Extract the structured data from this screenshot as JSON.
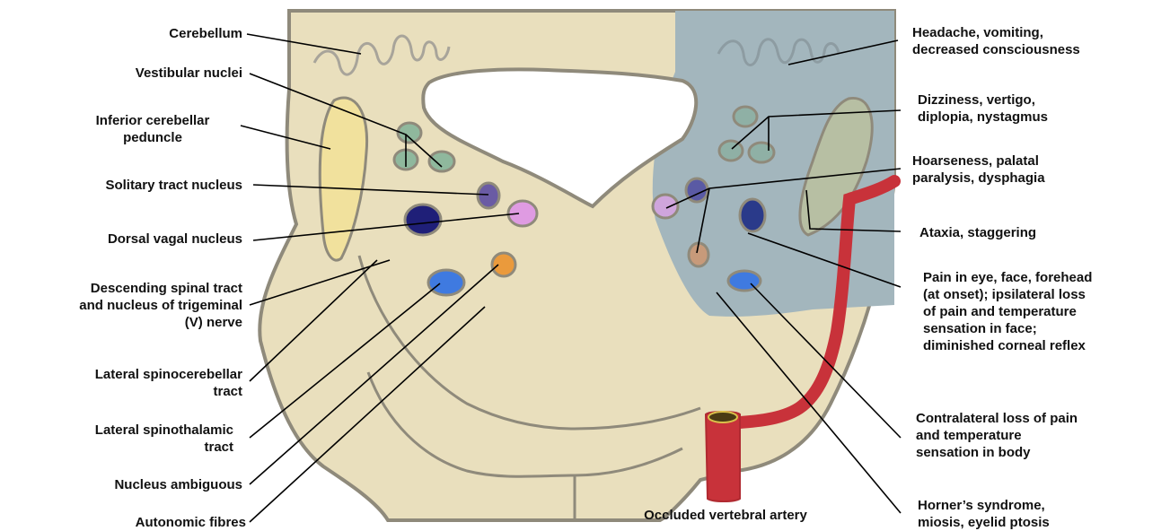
{
  "colors": {
    "tissue": "#e9dfbd",
    "outline": "#8f8a7b",
    "lesion": "#a3b6bd",
    "peduncle": "#f1e19d",
    "vestibular": "#8fb89d",
    "solitary": "#6a5ba4",
    "vagal": "#1f1f78",
    "ambiguus": "#ea9a3c",
    "spinothalamic": "#3f7ae0",
    "pink_nucleus": "#df9be2",
    "lesion_ambiguus": "#c79a7a",
    "artery": "#c8323a",
    "leader": "#000000"
  },
  "left_labels": [
    {
      "id": "cerebellum",
      "text": "Cerebellum"
    },
    {
      "id": "vestibular-nuclei",
      "text": "Vestibular nuclei"
    },
    {
      "id": "inferior-cerebellar-peduncle",
      "text": "Inferior cerebellar\npeduncle"
    },
    {
      "id": "solitary-tract-nucleus",
      "text": "Solitary tract nucleus"
    },
    {
      "id": "dorsal-vagal-nucleus",
      "text": "Dorsal vagal nucleus"
    },
    {
      "id": "descending-spinal-tract",
      "text": "Descending spinal tract\nand nucleus of trigeminal\n(V) nerve"
    },
    {
      "id": "lateral-spinocerebellar-tract",
      "text": "Lateral spinocerebellar\ntract"
    },
    {
      "id": "lateral-spinothalamic-tract",
      "text": "Lateral spinothalamic\ntract"
    },
    {
      "id": "nucleus-ambiguous",
      "text": "Nucleus ambiguous"
    },
    {
      "id": "autonomic-fibres",
      "text": "Autonomic fibres"
    }
  ],
  "right_labels": [
    {
      "id": "headache",
      "text": "Headache, vomiting,\ndecreased consciousness"
    },
    {
      "id": "dizziness",
      "text": "Dizziness, vertigo,\ndiplopia, nystagmus"
    },
    {
      "id": "hoarseness",
      "text": "Hoarseness, palatal\nparalysis, dysphagia"
    },
    {
      "id": "ataxia",
      "text": "Ataxia, staggering"
    },
    {
      "id": "pain-in-eye",
      "text": "Pain in eye, face, forehead\n(at onset); ipsilateral loss\nof pain and temperature\nsensation in face;\ndiminished corneal reflex"
    },
    {
      "id": "contralateral-loss",
      "text": "Contralateral loss of pain\nand temperature\nsensation in body"
    },
    {
      "id": "horners-syndrome",
      "text": "Horner’s syndrome,\nmiosis, eyelid ptosis"
    }
  ],
  "bottom_label": {
    "id": "occluded-vertebral-artery",
    "text": "Occluded vertebral artery"
  }
}
